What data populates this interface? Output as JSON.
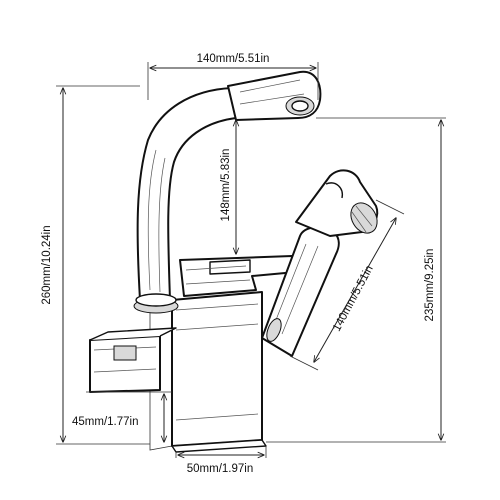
{
  "dimensions": {
    "spout_reach": "140mm/5.51in",
    "spout_height": "148mm/5.83in",
    "total_height": "260mm/10.24in",
    "spray_head_length": "140mm/5.51in",
    "spout_outlet_height": "235mm/9.25in",
    "handle_height": "45mm/1.77in",
    "base_width": "50mm/1.97in"
  }
}
